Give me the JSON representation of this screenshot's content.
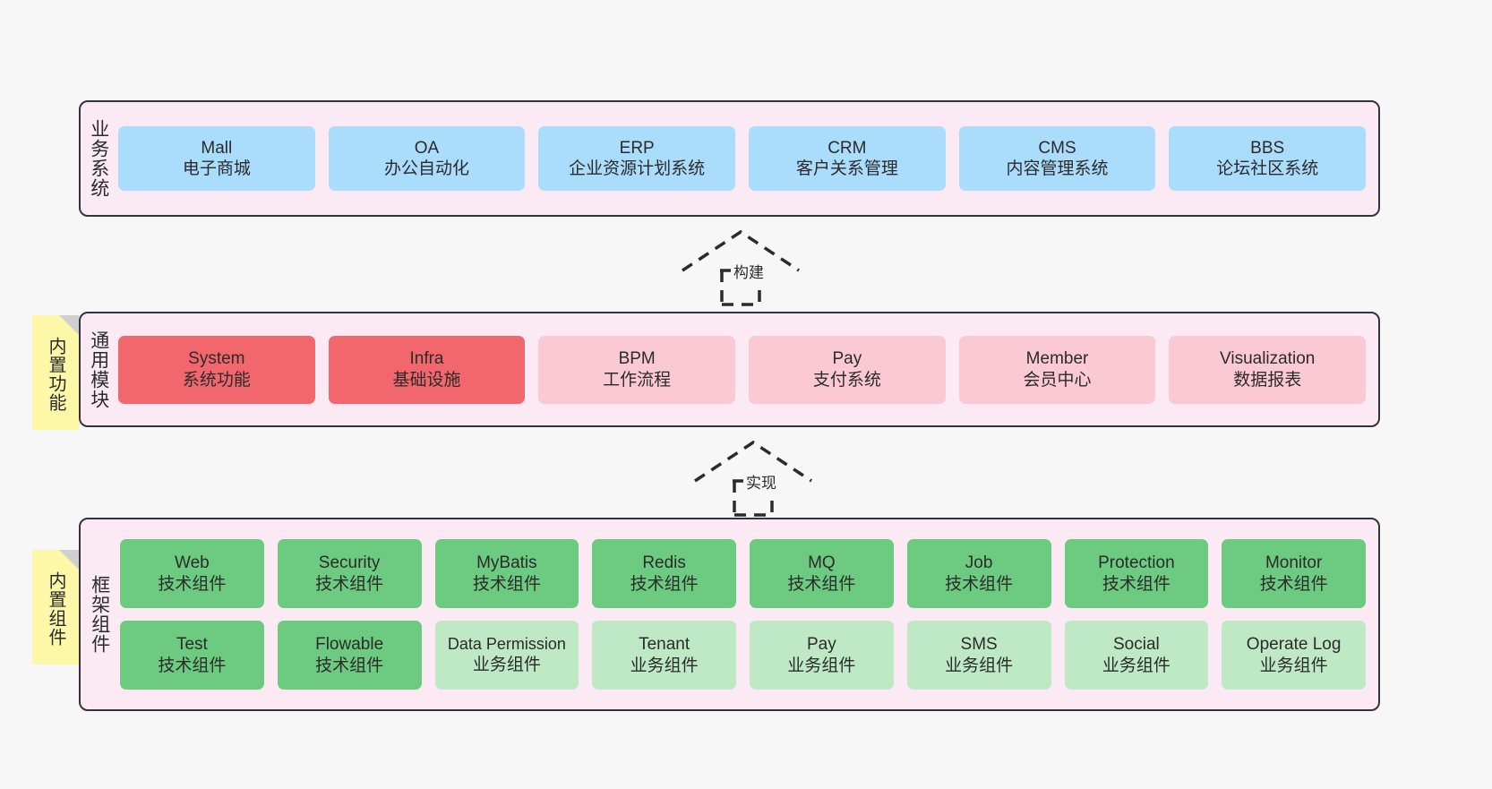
{
  "diagram": {
    "background_color": "#f7f7f7",
    "band_fill": "#fbeaf4",
    "band_border": "#333340",
    "note_fill": "#fcf8a8",
    "colors": {
      "blue": "#aadcfb",
      "red": "#f2676d",
      "pink": "#fbc9d4",
      "green": "#6ccb80",
      "light_green": "#bfe8c5"
    }
  },
  "bands": {
    "business": {
      "label": "业务系统",
      "rows": [
        [
          {
            "en": "Mall",
            "cn": "电子商城",
            "color": "blue"
          },
          {
            "en": "OA",
            "cn": "办公自动化",
            "color": "blue"
          },
          {
            "en": "ERP",
            "cn": "企业资源计划系统",
            "color": "blue"
          },
          {
            "en": "CRM",
            "cn": "客户关系管理",
            "color": "blue"
          },
          {
            "en": "CMS",
            "cn": "内容管理系统",
            "color": "blue"
          },
          {
            "en": "BBS",
            "cn": "论坛社区系统",
            "color": "blue"
          }
        ]
      ]
    },
    "common": {
      "label": "通用模块",
      "note": "内置功能",
      "rows": [
        [
          {
            "en": "System",
            "cn": "系统功能",
            "color": "red"
          },
          {
            "en": "Infra",
            "cn": "基础设施",
            "color": "red"
          },
          {
            "en": "BPM",
            "cn": "工作流程",
            "color": "pink"
          },
          {
            "en": "Pay",
            "cn": "支付系统",
            "color": "pink"
          },
          {
            "en": "Member",
            "cn": "会员中心",
            "color": "pink"
          },
          {
            "en": "Visualization",
            "cn": "数据报表",
            "color": "pink"
          }
        ]
      ]
    },
    "framework": {
      "label": "框架组件",
      "note": "内置组件",
      "rows": [
        [
          {
            "en": "Web",
            "cn": "技术组件",
            "color": "green"
          },
          {
            "en": "Security",
            "cn": "技术组件",
            "color": "green"
          },
          {
            "en": "MyBatis",
            "cn": "技术组件",
            "color": "green"
          },
          {
            "en": "Redis",
            "cn": "技术组件",
            "color": "green"
          },
          {
            "en": "MQ",
            "cn": "技术组件",
            "color": "green"
          },
          {
            "en": "Job",
            "cn": "技术组件",
            "color": "green"
          },
          {
            "en": "Protection",
            "cn": "技术组件",
            "color": "green"
          },
          {
            "en": "Monitor",
            "cn": "技术组件",
            "color": "green"
          }
        ],
        [
          {
            "en": "Test",
            "cn": "技术组件",
            "color": "green"
          },
          {
            "en": "Flowable",
            "cn": "技术组件",
            "color": "green"
          },
          {
            "en": "Data Permission",
            "cn": "业务组件",
            "color": "light_green"
          },
          {
            "en": "Tenant",
            "cn": "业务组件",
            "color": "light_green"
          },
          {
            "en": "Pay",
            "cn": "业务组件",
            "color": "light_green"
          },
          {
            "en": "SMS",
            "cn": "业务组件",
            "color": "light_green"
          },
          {
            "en": "Social",
            "cn": "业务组件",
            "color": "light_green"
          },
          {
            "en": "Operate Log",
            "cn": "业务组件",
            "color": "light_green"
          }
        ]
      ]
    }
  },
  "connectors": [
    {
      "id": "build",
      "label": "构建",
      "style": "dashed-generalization",
      "direction": "up"
    },
    {
      "id": "impl",
      "label": "实现",
      "style": "dashed-generalization",
      "direction": "up"
    }
  ]
}
